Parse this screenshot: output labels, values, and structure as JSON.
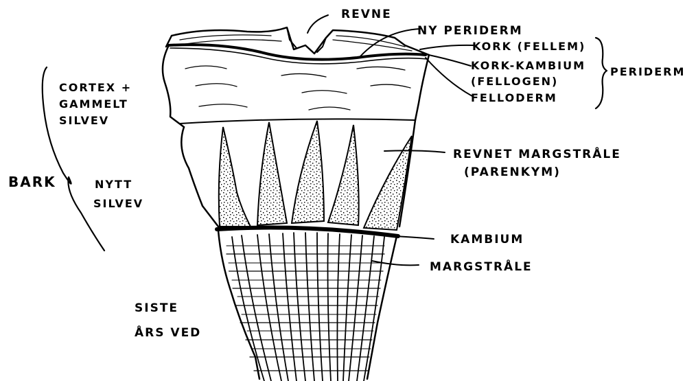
{
  "colors": {
    "ink": "#000000",
    "paper": "#ffffff"
  },
  "labels": {
    "revne": "REVNE",
    "ny_periderm": "NY PERIDERM",
    "kork": "KORK (FELLEM)",
    "kork_kambium_1": "KORK-KAMBIUM",
    "kork_kambium_2": "(FELLOGEN)",
    "felloderm": "FELLODERM",
    "periderm": "PERIDERM",
    "cortex_1": "CORTEX +",
    "cortex_2": "GAMMELT",
    "cortex_3": "SILVEV",
    "bark": "BARK",
    "nytt_1": "NYTT",
    "nytt_2": "SILVEV",
    "revnet_1": "REVNET MARGSTRÅLE",
    "revnet_2": "(PARENKYM)",
    "kambium": "KAMBIUM",
    "margstrale": "MARGSTRÅLE",
    "siste_1": "SISTE",
    "siste_2": "ÅRS VED"
  }
}
